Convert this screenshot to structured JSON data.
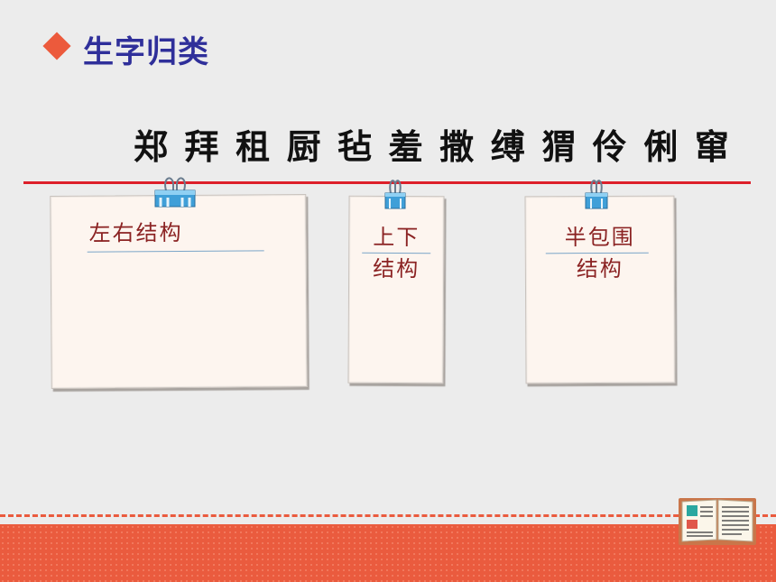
{
  "heading": "生字归类",
  "characters": [
    "郑",
    "拜",
    "租",
    "厨",
    "毡",
    "羞",
    "撒",
    "缚",
    "猬",
    "伶",
    "俐",
    "窜"
  ],
  "cards": {
    "left_right": {
      "line1": "左右结构"
    },
    "top_bottom": {
      "line1": "上下",
      "line2": "结构"
    },
    "half_surround": {
      "line1": "半包围",
      "line2": "结构"
    }
  },
  "colors": {
    "accent": "#ec5a3c",
    "heading": "#2f2f9a",
    "red_line": "#dd1f2a",
    "card_label": "#8b2323",
    "footer": "#ea5b3e"
  },
  "icons": {
    "bullet": "diamond-icon",
    "clip": "binder-clip-icon",
    "book": "open-book-icon"
  }
}
